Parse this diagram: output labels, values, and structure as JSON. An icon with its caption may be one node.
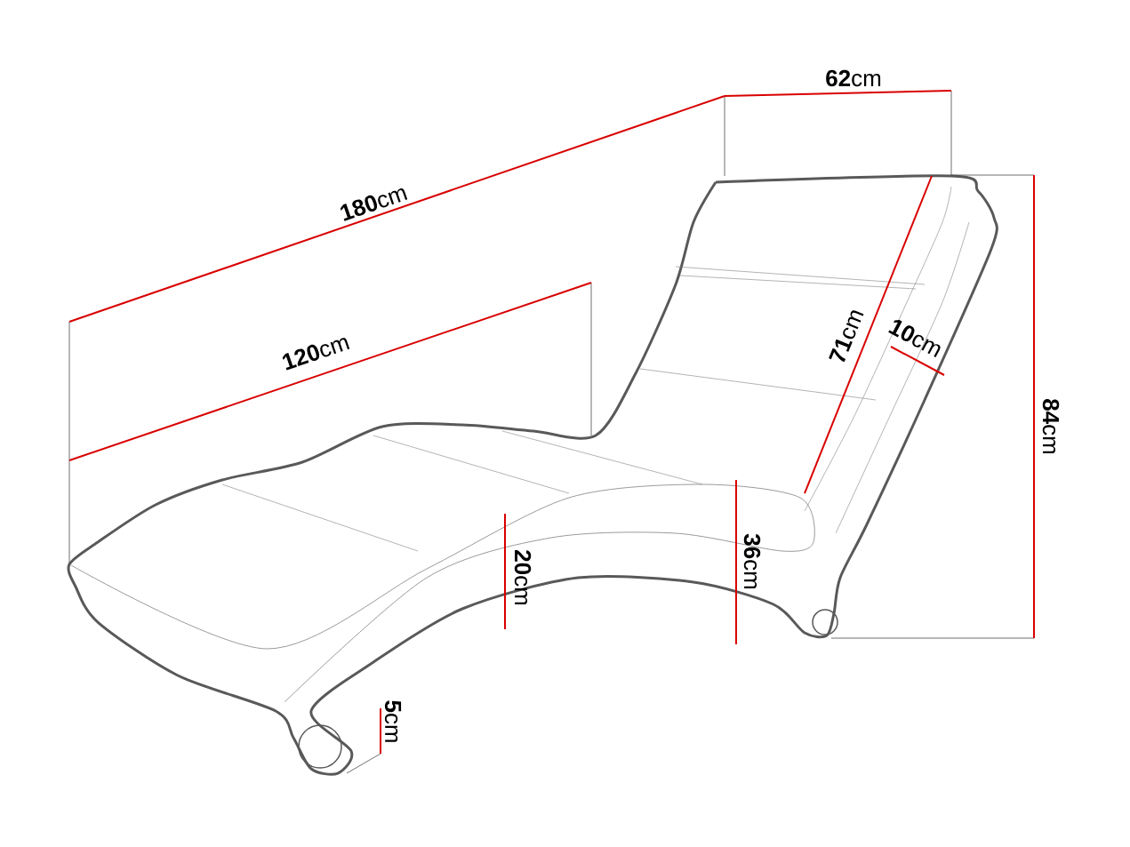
{
  "diagram": {
    "labels": [
      "**62**cm",
      "**180**cm",
      "**120**cm",
      "**71**cm",
      "**10**cm",
      "**84**cm",
      "**20**cm",
      "**36**cm",
      "**5**cm"
    ]
  }
}
